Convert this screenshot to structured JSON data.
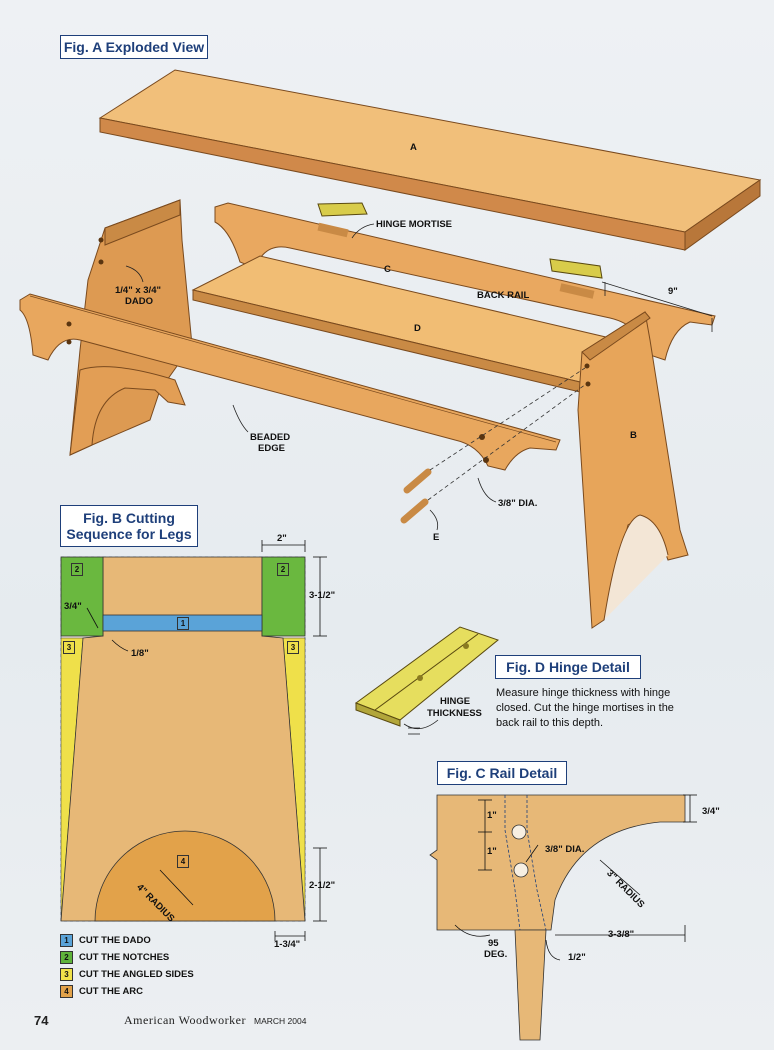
{
  "figA": {
    "title_prefix": "Fig. A",
    "title": "Exploded View",
    "labels": {
      "a": "A",
      "b": "B",
      "c": "C",
      "d": "D",
      "e": "E",
      "hinge_mortise": "HINGE MORTISE",
      "back_rail": "BACK RAIL",
      "dim_9": "9\"",
      "dado_1": "1/4\" x 3/4\"",
      "dado_2": "DADO",
      "beaded_1": "BEADED",
      "beaded_2": "EDGE",
      "dia": "3/8\" DIA."
    }
  },
  "figB": {
    "title_prefix": "Fig. B",
    "title_line1": "Cutting",
    "title_line2": "Sequence for Legs",
    "dims": {
      "top": "2\"",
      "right_upper": "3-1/2\"",
      "left_3_4": "3/4\"",
      "eighth": "1/8\"",
      "right_lower": "2-1/2\"",
      "bottom": "1-3/4\"",
      "radius": "4\" RADIUS"
    },
    "step_markers": [
      "1",
      "2",
      "2",
      "3",
      "3",
      "4"
    ],
    "legend": [
      {
        "num": "1",
        "text": "CUT THE DADO",
        "color": "#5aa3d8"
      },
      {
        "num": "2",
        "text": "CUT THE NOTCHES",
        "color": "#5fb33a"
      },
      {
        "num": "3",
        "text": "CUT THE ANGLED SIDES",
        "color": "#f0e24a"
      },
      {
        "num": "4",
        "text": "CUT THE ARC",
        "color": "#e2a24a"
      }
    ]
  },
  "figC": {
    "title_prefix": "Fig. C",
    "title": "Rail Detail",
    "dims": {
      "thick": "3/4\"",
      "one_a": "1\"",
      "one_b": "1\"",
      "dia": "3/8\" DIA.",
      "radius": "3\" RADIUS",
      "width": "3-3/8\"",
      "half": "1/2\"",
      "angle_1": "95",
      "angle_2": "DEG."
    }
  },
  "figD": {
    "title_prefix": "Fig. D",
    "title": "Hinge Detail",
    "label_1": "HINGE",
    "label_2": "THICKNESS",
    "note_1": "Measure hinge thickness with hinge",
    "note_2": "closed. Cut the hinge mortises in the",
    "note_3": "back rail to this depth."
  },
  "footer": {
    "page": "74",
    "magazine": "American Woodworker",
    "issue": "MARCH 2004"
  },
  "colors": {
    "wood": "#e7a55a",
    "wood_light": "#f1bd74",
    "wood_dark": "#b8773a",
    "dado": "#5aa3d8",
    "notch": "#5fb33a",
    "angled": "#f0e24a",
    "arc": "#e2a24a",
    "frame": "#1e3f7a"
  }
}
